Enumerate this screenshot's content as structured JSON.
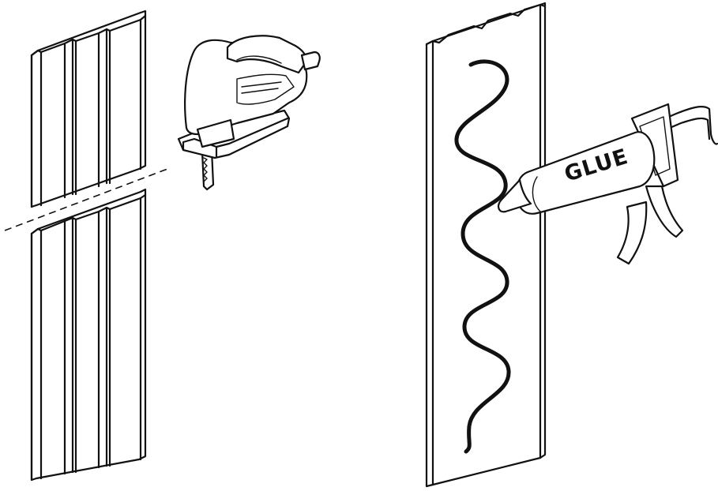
{
  "diagram": {
    "glue_label": "GLUE",
    "steps": [
      {
        "name": "cut-panel",
        "tool": "jigsaw-icon"
      },
      {
        "name": "apply-glue",
        "tool": "caulk-gun-icon"
      }
    ]
  }
}
